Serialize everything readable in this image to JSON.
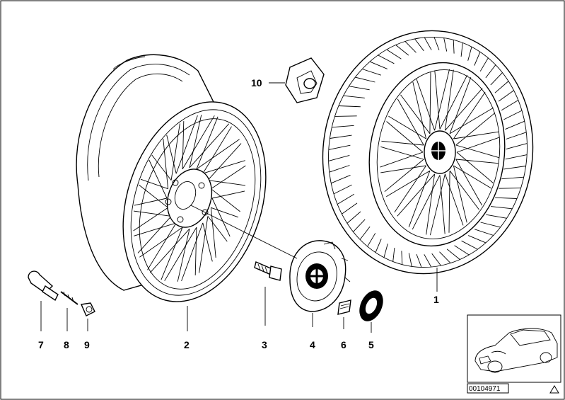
{
  "parts": [
    {
      "id": "1",
      "label": "1"
    },
    {
      "id": "2",
      "label": "2"
    },
    {
      "id": "3",
      "label": "3"
    },
    {
      "id": "4",
      "label": "4"
    },
    {
      "id": "5",
      "label": "5"
    },
    {
      "id": "6",
      "label": "6"
    },
    {
      "id": "7",
      "label": "7"
    },
    {
      "id": "8",
      "label": "8"
    },
    {
      "id": "9",
      "label": "9"
    },
    {
      "id": "10",
      "label": "10"
    }
  ],
  "reference_number": "00104971",
  "icons": {
    "warning": "warning-triangle-icon",
    "car": "car-thumbnail-icon"
  }
}
